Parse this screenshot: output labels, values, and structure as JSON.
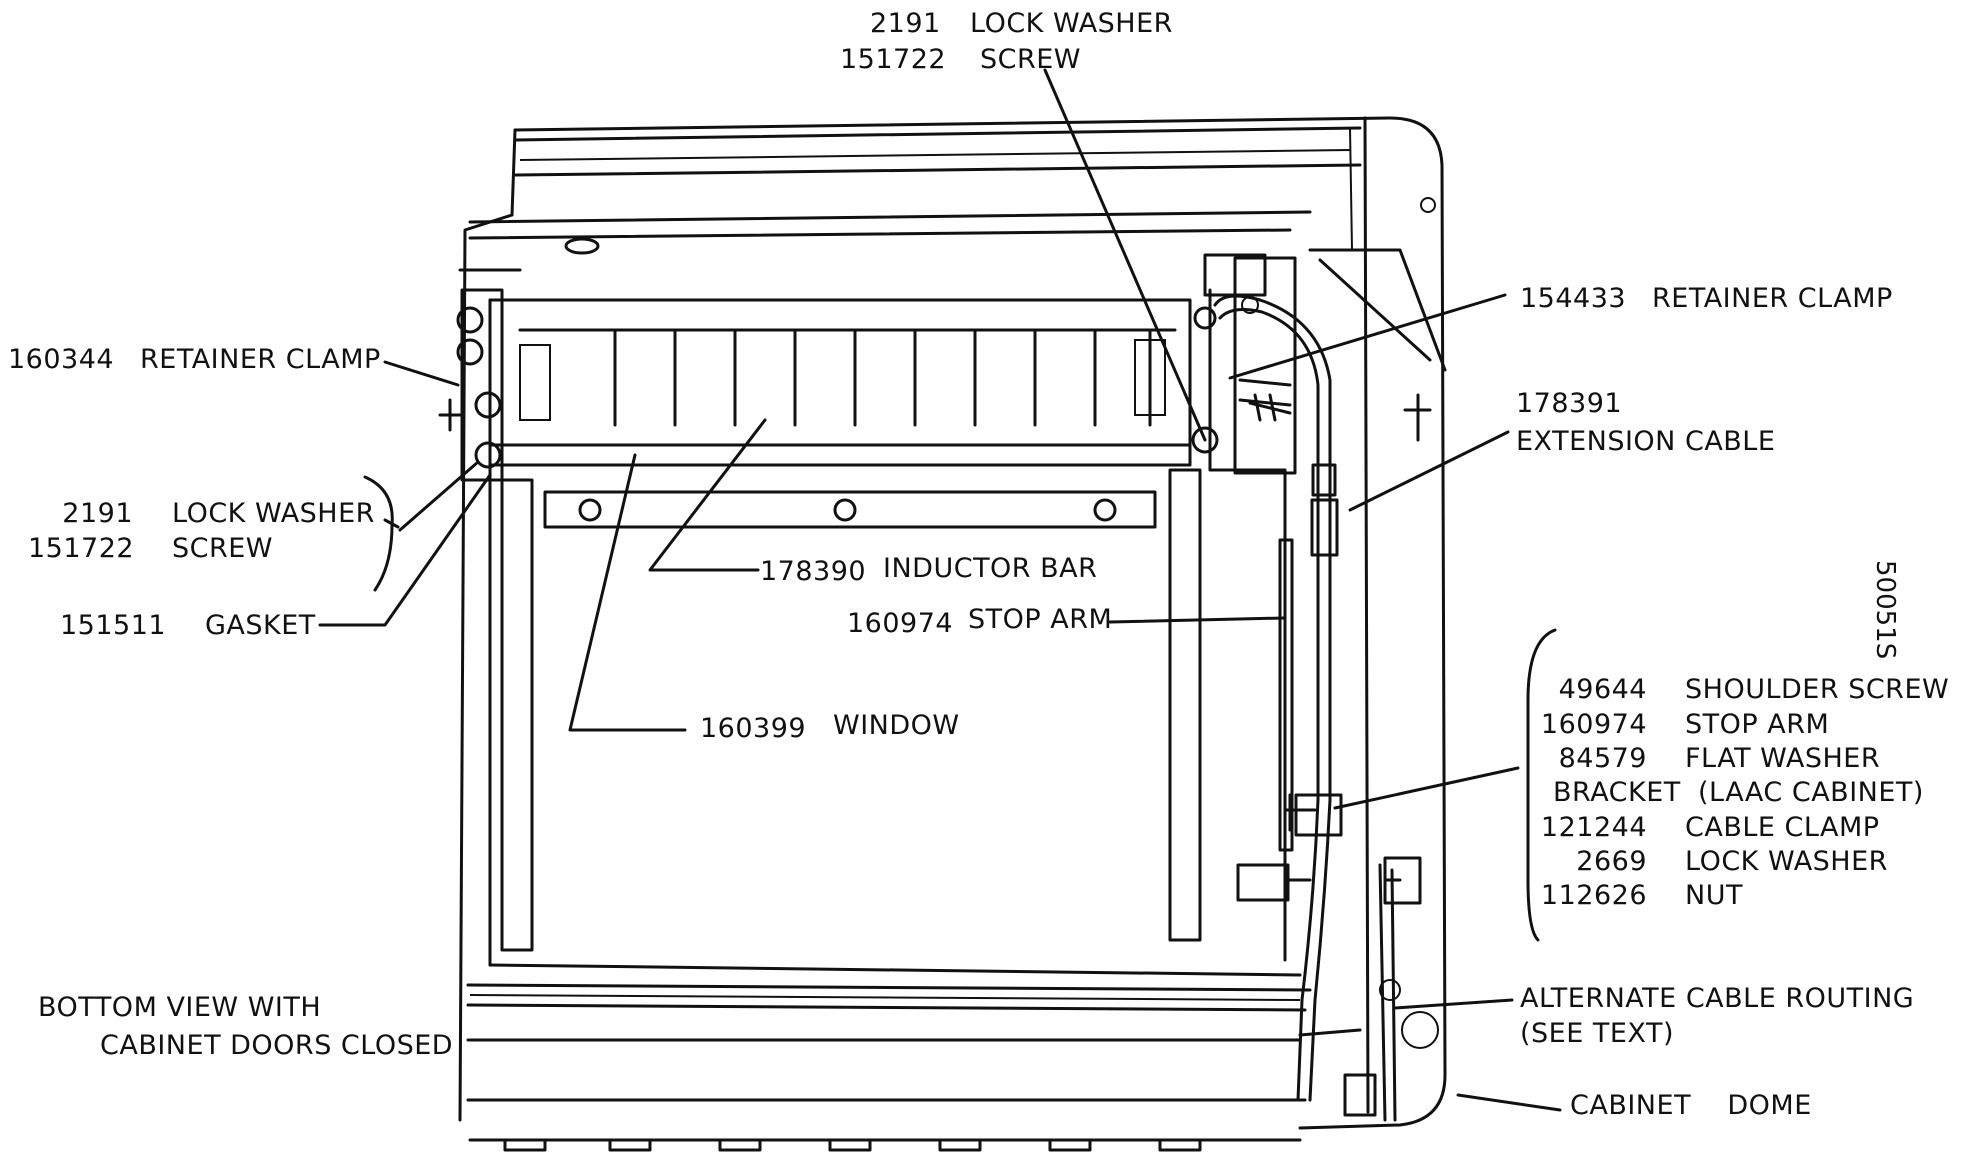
{
  "title_block": {
    "figure_id": "50051S",
    "view_caption_line1": "BOTTOM VIEW WITH",
    "view_caption_line2": "CABINET DOORS CLOSED"
  },
  "callouts": {
    "top_lockwasher": {
      "part_no": "2191",
      "name": "LOCK WASHER"
    },
    "top_screw": {
      "part_no": "151722",
      "name": "SCREW"
    },
    "retainer_clamp_left": {
      "part_no": "160344",
      "name": "RETAINER CLAMP"
    },
    "left_lockwasher": {
      "part_no": "2191",
      "name": "LOCK WASHER"
    },
    "left_screw": {
      "part_no": "151722",
      "name": "SCREW"
    },
    "gasket": {
      "part_no": "151511",
      "name": "GASKET"
    },
    "inductor_bar": {
      "part_no": "178390",
      "name": "INDUCTOR BAR"
    },
    "stop_arm_center": {
      "part_no": "160974",
      "name": "STOP ARM"
    },
    "window": {
      "part_no": "160399",
      "name": "WINDOW"
    },
    "retainer_clamp_right": {
      "part_no": "154433",
      "name": "RETAINER CLAMP"
    },
    "extension_cable": {
      "part_no": "178391",
      "name": "EXTENSION CABLE"
    },
    "alternate_routing_line1": "ALTERNATE CABLE ROUTING",
    "alternate_routing_line2": "(SEE TEXT)",
    "cabinet_dome": "CABINET    DOME"
  },
  "hardware_list": [
    {
      "part_no": "49644",
      "name": "SHOULDER SCREW"
    },
    {
      "part_no": "160974",
      "name": "STOP ARM"
    },
    {
      "part_no": "84579",
      "name": "FLAT WASHER"
    },
    {
      "part_no": "BRACKET",
      "name": "(LAAC CABINET)"
    },
    {
      "part_no": "121244",
      "name": "CABLE CLAMP"
    },
    {
      "part_no": "2669",
      "name": "LOCK WASHER"
    },
    {
      "part_no": "112626",
      "name": "NUT"
    }
  ]
}
